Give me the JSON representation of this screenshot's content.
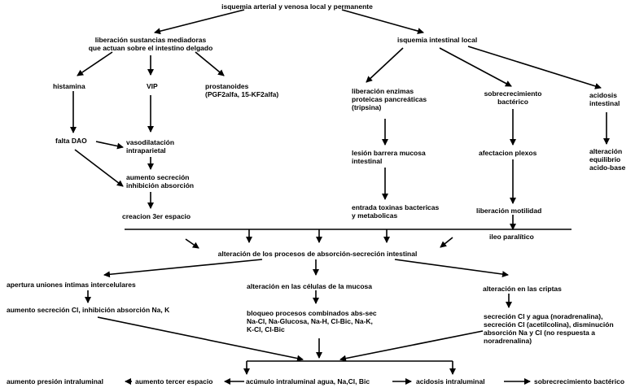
{
  "diagram": {
    "root": "isquemia arterial y venosa local y permanente",
    "left": {
      "mediadores": [
        "liberación sustancias mediadoras",
        "que actuan sobre el intestino delgado"
      ],
      "histamina": "histamina",
      "vip": "VIP",
      "prostanoides": [
        "prostanoides",
        "(PGF2alfa, 15-KF2alfa)"
      ],
      "falta_dao": "falta DAO",
      "vasodilatacion": [
        "vasodilatación",
        "intraparietal"
      ],
      "aumento_secrecion": [
        "aumento secreción",
        "inhibición absorción"
      ],
      "creacion": "creacion 3er espacio"
    },
    "right": {
      "isquemia_local": "isquemia intestinal local",
      "enzimas": [
        "liberación enzimas",
        "proteicas pancreáticas",
        "(tripsina)"
      ],
      "lesion": [
        "lesión barrera mucosa",
        "intestinal"
      ],
      "toxinas": [
        "entrada toxinas bactericas",
        "y metabolicas"
      ],
      "sobrecrecimiento": [
        "sobrecrecimiento",
        "bactérico"
      ],
      "afectacion": "afectacion plexos",
      "motilidad": "liberación motilidad",
      "ileo": "ileo paralítico",
      "acidosis": [
        "acidosis",
        "intestinal"
      ],
      "equilibrio": [
        "alteración",
        "equilibrio",
        "acido-base"
      ]
    },
    "middle": {
      "alteracion_procesos": "alteración de los procesos de absorción-secreción intestinal",
      "uniones": "apertura uniones íntimas intercelulares",
      "aumento_cl": "aumento secreción Cl, inhibición absorción Na, K",
      "celulas": "alteración en las células de la mucosa",
      "bloqueo": [
        "bloqueo procesos combinados abs-sec",
        "Na-Cl, Na-Glucosa, Na-H, Cl-Bic, Na-K,",
        "K-Cl, Cl-Bic"
      ],
      "criptas": "alteración en las criptas",
      "secrecion_cl": [
        "secreción Cl y agua (noradrenalina),",
        "secreción Cl (acetilcolina), disminución",
        "absorción Na y Cl (no respuesta a",
        "noradrenalina)"
      ]
    },
    "bottom": {
      "presion": "aumento presión intraluminal",
      "tercer_espacio": "aumento tercer espacio",
      "acumulo": "acúmulo intraluminal agua, Na,Cl, Bic",
      "acidosis_intraluminal": "acidosis intraluminal",
      "sobrecrecimiento_bacteriano": "sobrecrecimiento bactérico"
    }
  }
}
